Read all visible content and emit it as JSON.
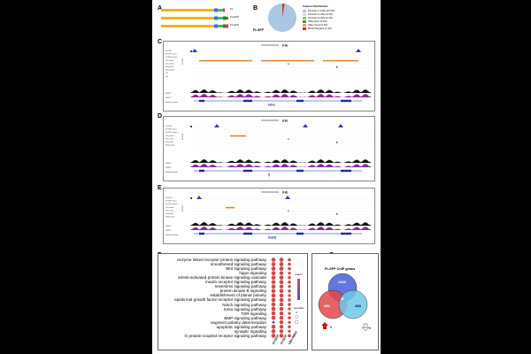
{
  "panels": {
    "A": {
      "letter": "A",
      "labels": [
        "Ft",
        "Ft-GFP",
        "Ft-GFP"
      ]
    },
    "B": {
      "letter": "B",
      "name": "Ft-GFP",
      "legend_title": "Feature Distribution",
      "legend": [
        {
          "label": "Promoter (<=1kb) (97.3%)",
          "color": "#a9c7e3"
        },
        {
          "label": "Promoter (1-2kb) (0.3%)",
          "color": "#c9dcef"
        },
        {
          "label": "Promoter (2-3kb) (0.1%)",
          "color": "#8fbf6f"
        },
        {
          "label": "Other Exon (0.3%)",
          "color": "#3f9b3f"
        },
        {
          "label": "Other Intron (0.4%)",
          "color": "#e89a8a"
        },
        {
          "label": "Distal Intergenic (1.4%)",
          "color": "#c23a2a"
        }
      ]
    },
    "C": {
      "letter": "C",
      "scale": "8 kb",
      "gene": "kibra",
      "tracks": [
        "Ft-GFP",
        "Ft-GFP input",
        "Ft-GFP peaks",
        "Yki peaks",
        "Yki peaks",
        "Sd peaks",
        "Mad peaks",
        "Yki",
        "Yki"
      ],
      "side": "Ft-GFP",
      "bottom_labels": [
        "H3K27",
        "H3K27",
        "RefSeq Genes"
      ]
    },
    "D": {
      "letter": "D",
      "scale": "8 kb",
      "gene": "fj",
      "tracks": [
        "Ft-GFP",
        "Ft-GFP input",
        "Ft-GFP peaks",
        "Yki peaks",
        "Yki peaks",
        "Sd peaks",
        "Mad peaks"
      ],
      "side": "Ft-GFP",
      "bottom_labels": [
        "H3K27",
        "H3K27",
        "RefSeq Genes"
      ]
    },
    "E": {
      "letter": "E",
      "scale": "8 kb",
      "gene": "Dad/fj",
      "tracks": [
        "Ft-GFP",
        "Ft-GFP input",
        "Ft-GFP peaks",
        "Yki peaks",
        "Yki peaks",
        "Sd peaks",
        "Mad peaks"
      ],
      "side": "Ft-GFP",
      "bottom_labels": [
        "H3K27",
        "H3K27",
        "RefSeq Genes"
      ]
    },
    "F": {
      "letter": "F",
      "terms": [
        "enzyme linked receptor protein signaling pathway",
        "smoothened signaling pathway",
        "Wnt signaling pathway",
        "hippo signaling",
        "stress-activated protein kinase signaling cascade",
        "insulin receptor signaling pathway",
        "sevenless signaling pathway",
        "protein kinase B signaling",
        "establishment of planar polarity",
        "epidermal growth factor receptor signaling pathway",
        "Notch signaling pathway",
        "torso signaling pathway",
        "TOR signaling",
        "BMP signaling pathway",
        "segment polarity determination",
        "apoptotic signaling pathway",
        "synaptic signaling",
        "G protein-coupled receptor signaling pathway"
      ],
      "columns": [
        "Ft-GFP",
        "Ft-GFP",
        "Ubx-RNAi"
      ],
      "dots": [
        [
          [
            1,
            1.0
          ],
          [
            1,
            1.0
          ],
          [
            1,
            0.6
          ]
        ],
        [
          [
            1,
            1.0
          ],
          [
            1,
            1.0
          ],
          [
            1,
            0.6
          ]
        ],
        [
          [
            1,
            1.0
          ],
          [
            1,
            1.0
          ],
          [
            1,
            0.6
          ]
        ],
        [
          [
            1,
            1.0
          ],
          [
            1,
            0.9
          ],
          [
            1,
            0.5
          ]
        ],
        [
          [
            1,
            1.0
          ],
          [
            1,
            1.0
          ],
          [
            1,
            0.6
          ]
        ],
        [
          [
            1,
            1.0
          ],
          [
            1,
            1.0
          ],
          [
            1,
            0.6
          ]
        ],
        [
          [
            1,
            1.0
          ],
          [
            1,
            0.9
          ],
          [
            1,
            0.5
          ]
        ],
        [
          [
            1,
            1.0
          ],
          [
            1,
            1.0
          ],
          [
            1,
            0.6
          ]
        ],
        [
          [
            1,
            1.0
          ],
          [
            1,
            0.9
          ],
          [
            1,
            0.5
          ]
        ],
        [
          [
            1,
            1.0
          ],
          [
            1,
            1.0
          ],
          [
            1,
            0.6
          ]
        ],
        [
          [
            1,
            1.0
          ],
          [
            1,
            0.9
          ],
          [
            1,
            0.6
          ]
        ],
        [
          [
            1,
            1.0
          ],
          [
            1,
            0.9
          ],
          [
            1,
            0.5
          ]
        ],
        [
          [
            1,
            0.9
          ],
          [
            1,
            0.9
          ],
          [
            1,
            0.5
          ]
        ],
        [
          [
            1,
            1.0
          ],
          [
            1,
            0.9
          ],
          [
            1,
            0.6
          ]
        ],
        [
          [
            1,
            0.4
          ],
          [
            1,
            0.9
          ],
          [
            1,
            0.5
          ]
        ],
        [
          [
            1,
            1.0
          ],
          [
            1,
            0.9
          ],
          [
            1,
            0.6
          ]
        ],
        [
          [
            1,
            1.0
          ],
          [
            1,
            0.9
          ],
          [
            1,
            0.5
          ]
        ],
        [
          [
            1,
            1.0
          ],
          [
            1,
            0.9
          ],
          [
            1,
            0.6
          ]
        ]
      ],
      "blue_dot_rows": [
        14
      ],
      "colorbar_title": "p.adjust",
      "size_title": "GeneRatio"
    },
    "G": {
      "letter": "G",
      "title": "Ft-GFP ChIP genes",
      "counts": {
        "top": "1408",
        "left": "456",
        "right": "468",
        "center": "36"
      },
      "arrows": {
        "left": "ft",
        "right": "ft"
      },
      "colors": {
        "top": "#4a5fd6",
        "left": "#e0464a",
        "right": "#6ec7ea"
      }
    }
  }
}
